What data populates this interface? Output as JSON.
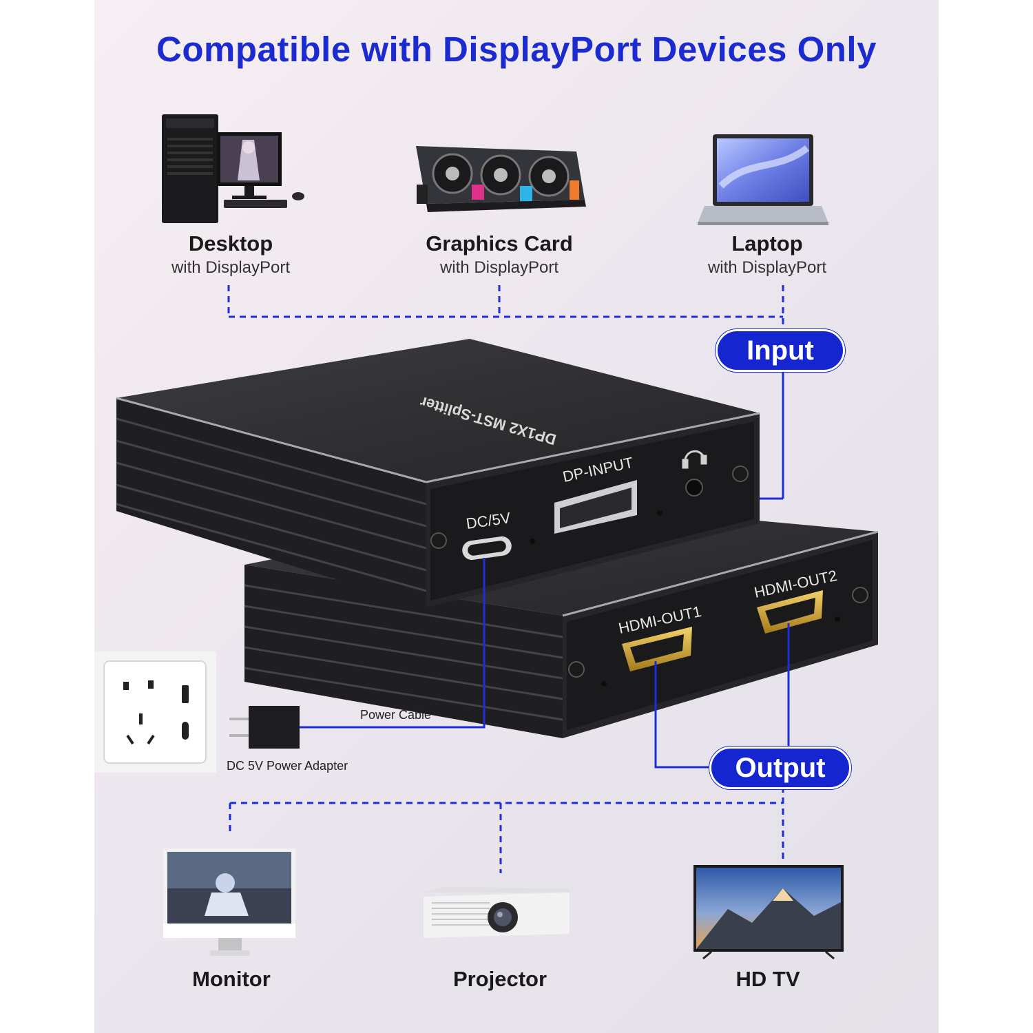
{
  "title": "Compatible with DisplayPort Devices Only",
  "inputs": [
    {
      "name": "Desktop",
      "sub": "with DisplayPort",
      "icon": "desktop-pc-icon"
    },
    {
      "name": "Graphics Card",
      "sub": "with DisplayPort",
      "icon": "graphics-card-icon"
    },
    {
      "name": "Laptop",
      "sub": "with DisplayPort",
      "icon": "laptop-icon"
    }
  ],
  "input_badge": "Input",
  "output_badge": "Output",
  "device": {
    "top_text": "DP1X2 MST-Splitter",
    "dp_input": "DP-INPUT",
    "dc": "DC/5V",
    "hdmi_out1": "HDMI-OUT1",
    "hdmi_out2": "HDMI-OUT2"
  },
  "power": {
    "cable": "Power Cable",
    "adapter": "DC 5V Power Adapter"
  },
  "outputs": [
    {
      "name": "Monitor",
      "icon": "monitor-icon"
    },
    {
      "name": "Projector",
      "icon": "projector-icon"
    },
    {
      "name": "HD TV",
      "icon": "tv-icon"
    }
  ],
  "colors": {
    "accent": "#1c2bd0",
    "badge": "#1525cf",
    "device": "#2a2a2c"
  }
}
